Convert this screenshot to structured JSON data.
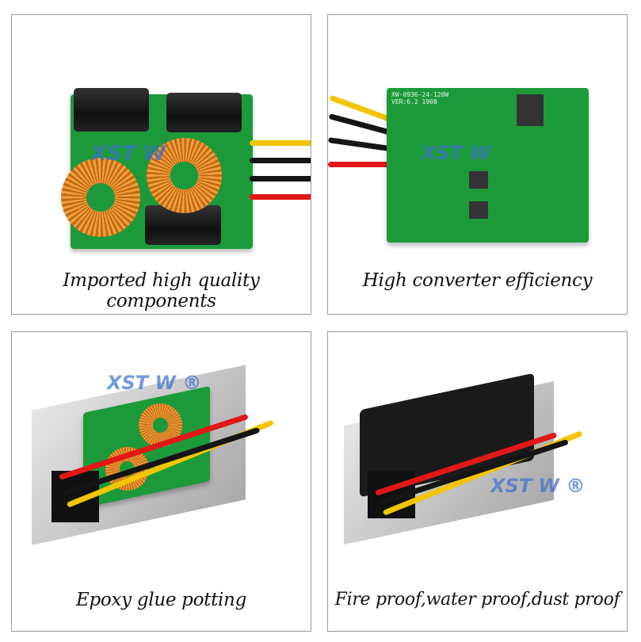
{
  "panels": [
    {
      "caption": "Imported high quality components",
      "watermark": "XST W"
    },
    {
      "caption": "High converter efficiency",
      "watermark": "XST W",
      "board_label": "XW-0936-24-120W VER:6.2 1908"
    },
    {
      "caption": "Epoxy glue potting",
      "watermark": "XST W ®"
    },
    {
      "caption": "Fire proof,water proof,dust proof",
      "watermark": "XST W ®"
    }
  ],
  "colors": {
    "pcb": "#1c9a3a",
    "wire_yellow": "#f2c500",
    "wire_red": "#e01818",
    "wire_black": "#151515",
    "copper": "#d98020"
  }
}
